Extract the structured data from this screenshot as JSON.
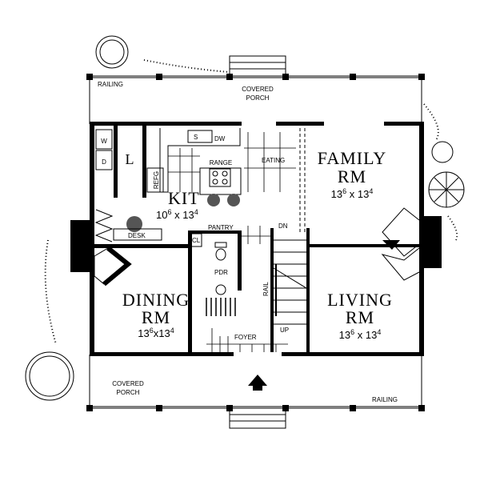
{
  "plan": {
    "top_porch": {
      "label_1": "COVERED",
      "label_2": "PORCH",
      "railing": "RAILING"
    },
    "bottom_porch": {
      "label_1": "COVERED",
      "label_2": "PORCH",
      "railing": "RAILING"
    },
    "laundry": {
      "washer": "W",
      "dryer": "D",
      "label": "L"
    },
    "kitchen": {
      "name": "KIT",
      "dim_a": "10",
      "dim_a_sup": "6",
      "x": "x",
      "dim_b": "13",
      "dim_b_sup": "4",
      "sink": "S",
      "dishwasher": "DW",
      "refrigerator": "REFG",
      "range": "RANGE",
      "eating": "EATING",
      "desk": "DESK"
    },
    "family": {
      "name_1": "FAMILY",
      "name_2": "RM",
      "dim_a": "13",
      "dim_a_sup": "6",
      "x": "x",
      "dim_b": "13",
      "dim_b_sup": "4"
    },
    "dining": {
      "name_1": "DINING",
      "name_2": "RM",
      "dim_a": "13",
      "dim_a_sup": "6",
      "x": "x",
      "dim_b": "13",
      "dim_b_sup": "4"
    },
    "living": {
      "name_1": "LIVING",
      "name_2": "RM",
      "dim_a": "13",
      "dim_a_sup": "6",
      "x": "x",
      "dim_b": "13",
      "dim_b_sup": "4"
    },
    "pantry": "PANTRY",
    "closet": "CL",
    "powder": "PDR",
    "stair": {
      "down": "DN",
      "up": "UP",
      "rail": "RAIL"
    },
    "foyer": "FOYER"
  }
}
